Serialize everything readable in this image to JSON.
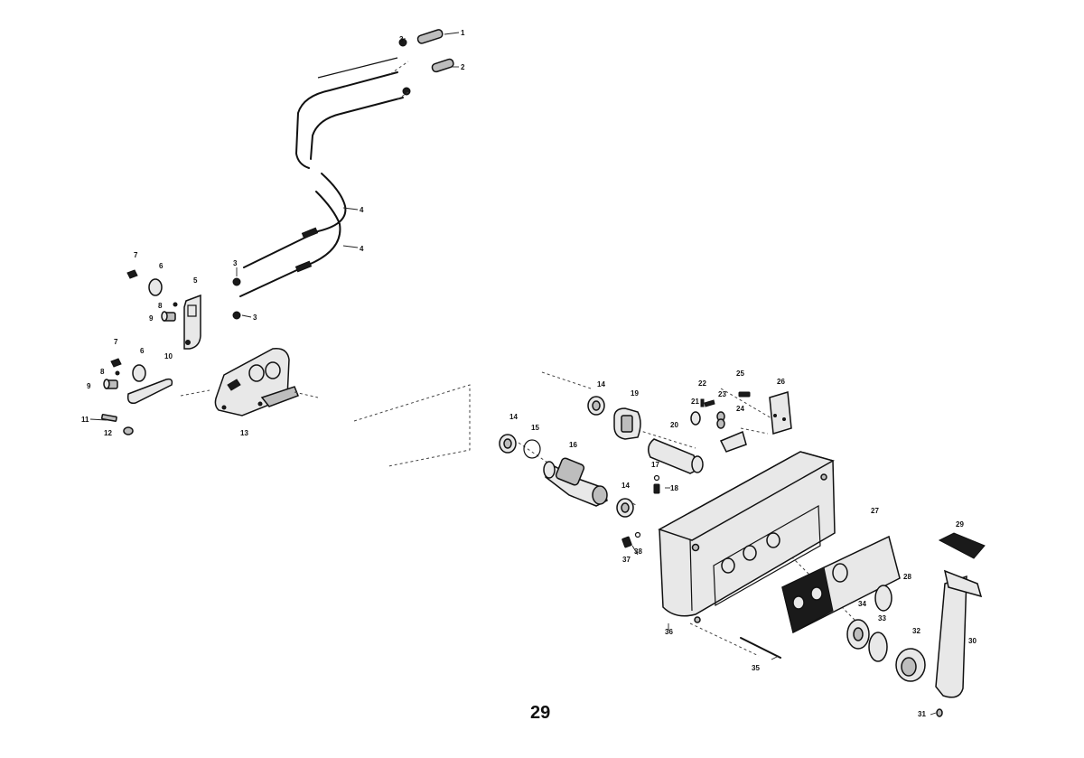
{
  "diagram": {
    "page_number": "29",
    "callouts": [
      {
        "id": "c1",
        "text": "1"
      },
      {
        "id": "c2",
        "text": "2"
      },
      {
        "id": "c3a",
        "text": "3"
      },
      {
        "id": "c3b",
        "text": "3"
      },
      {
        "id": "c3c",
        "text": "3"
      },
      {
        "id": "c4a",
        "text": "4"
      },
      {
        "id": "c4b",
        "text": "4"
      },
      {
        "id": "c5",
        "text": "5"
      },
      {
        "id": "c6a",
        "text": "6"
      },
      {
        "id": "c6b",
        "text": "6"
      },
      {
        "id": "c7a",
        "text": "7"
      },
      {
        "id": "c7b",
        "text": "7"
      },
      {
        "id": "c8a",
        "text": "8"
      },
      {
        "id": "c8b",
        "text": "8"
      },
      {
        "id": "c9a",
        "text": "9"
      },
      {
        "id": "c9b",
        "text": "9"
      },
      {
        "id": "c10",
        "text": "10"
      },
      {
        "id": "c11",
        "text": "11"
      },
      {
        "id": "c12",
        "text": "12"
      },
      {
        "id": "c13",
        "text": "13"
      },
      {
        "id": "c14a",
        "text": "14"
      },
      {
        "id": "c14b",
        "text": "14"
      },
      {
        "id": "c14c",
        "text": "14"
      },
      {
        "id": "c15",
        "text": "15"
      },
      {
        "id": "c16",
        "text": "16"
      },
      {
        "id": "c17",
        "text": "17"
      },
      {
        "id": "c18",
        "text": "18"
      },
      {
        "id": "c19",
        "text": "19"
      },
      {
        "id": "c20",
        "text": "20"
      },
      {
        "id": "c21",
        "text": "21"
      },
      {
        "id": "c22",
        "text": "22"
      },
      {
        "id": "c23",
        "text": "23"
      },
      {
        "id": "c24",
        "text": "24"
      },
      {
        "id": "c25",
        "text": "25"
      },
      {
        "id": "c26",
        "text": "26"
      },
      {
        "id": "c27",
        "text": "27"
      },
      {
        "id": "c28",
        "text": "28"
      },
      {
        "id": "c29",
        "text": "29"
      },
      {
        "id": "c30",
        "text": "30"
      },
      {
        "id": "c31",
        "text": "31"
      },
      {
        "id": "c32",
        "text": "32"
      },
      {
        "id": "c33",
        "text": "33"
      },
      {
        "id": "c34",
        "text": "34"
      },
      {
        "id": "c35",
        "text": "35"
      },
      {
        "id": "c36",
        "text": "36"
      },
      {
        "id": "c37",
        "text": "37"
      },
      {
        "id": "c38",
        "text": "38"
      }
    ]
  }
}
